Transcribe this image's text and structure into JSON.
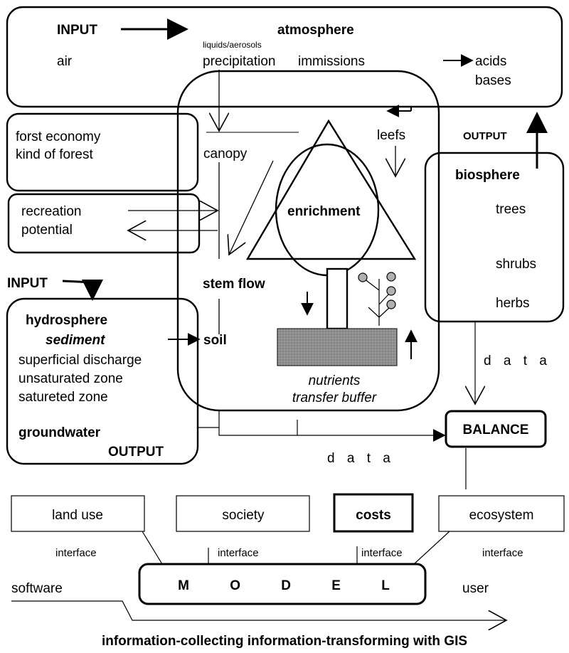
{
  "atmosphere": {
    "input_label": "INPUT",
    "title": "atmosphere",
    "air": "air",
    "liquids": "liquids/aerosols",
    "precipitation": "precipitation",
    "immissions": "immissions",
    "acids": "acids",
    "bases": "bases"
  },
  "forest_economy": {
    "line1": "forst economy",
    "line2": "kind of forest"
  },
  "recreation": {
    "line1": "recreation",
    "line2": "potential"
  },
  "center": {
    "canopy": "canopy",
    "leefs": "leefs",
    "enrichment": "enrichment",
    "stem_flow": "stem flow",
    "soil": "soil",
    "nutrients": "nutrients",
    "transfer_buffer": "transfer  buffer"
  },
  "biosphere": {
    "output_label": "OUTPUT",
    "title": "biosphere",
    "trees": "trees",
    "shrubs": "shrubs",
    "herbs": "herbs"
  },
  "hydrosphere": {
    "input_label": "INPUT",
    "title": "hydrosphere",
    "sediment": "sediment",
    "superficial": "superficial discharge",
    "unsaturated": "unsaturated zone",
    "saturated": "satureted zone",
    "groundwater": "groundwater",
    "output_label": "OUTPUT"
  },
  "balance": {
    "label": "BALANCE",
    "data_right": "d a t a",
    "data_bottom": "d a t a"
  },
  "interfaces": {
    "land_use": "land use",
    "society": "society",
    "costs": "costs",
    "ecosystem": "ecosystem",
    "interface_label": "interface"
  },
  "model": {
    "label": "M O D E L",
    "software": "software",
    "user": "user"
  },
  "footer": {
    "caption": "information-collecting  information-transforming with GIS"
  }
}
